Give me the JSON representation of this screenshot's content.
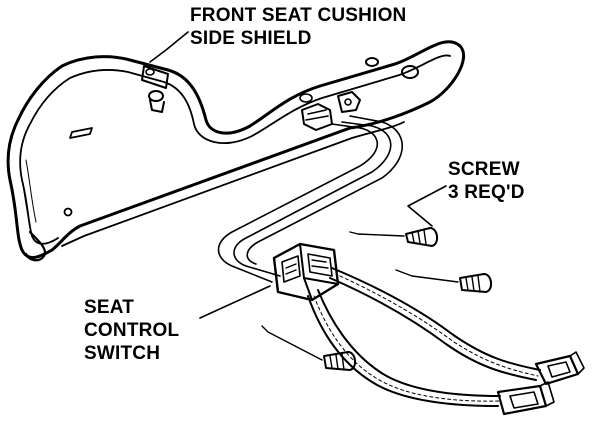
{
  "labels": {
    "shield": [
      "FRONT SEAT CUSHION",
      "SIDE SHIELD"
    ],
    "screw": [
      "SCREW",
      "3 REQ'D"
    ],
    "switch": [
      "SEAT",
      "CONTROL",
      "SWITCH"
    ]
  },
  "colors": {
    "ink": "#000000",
    "paper": "#ffffff"
  }
}
